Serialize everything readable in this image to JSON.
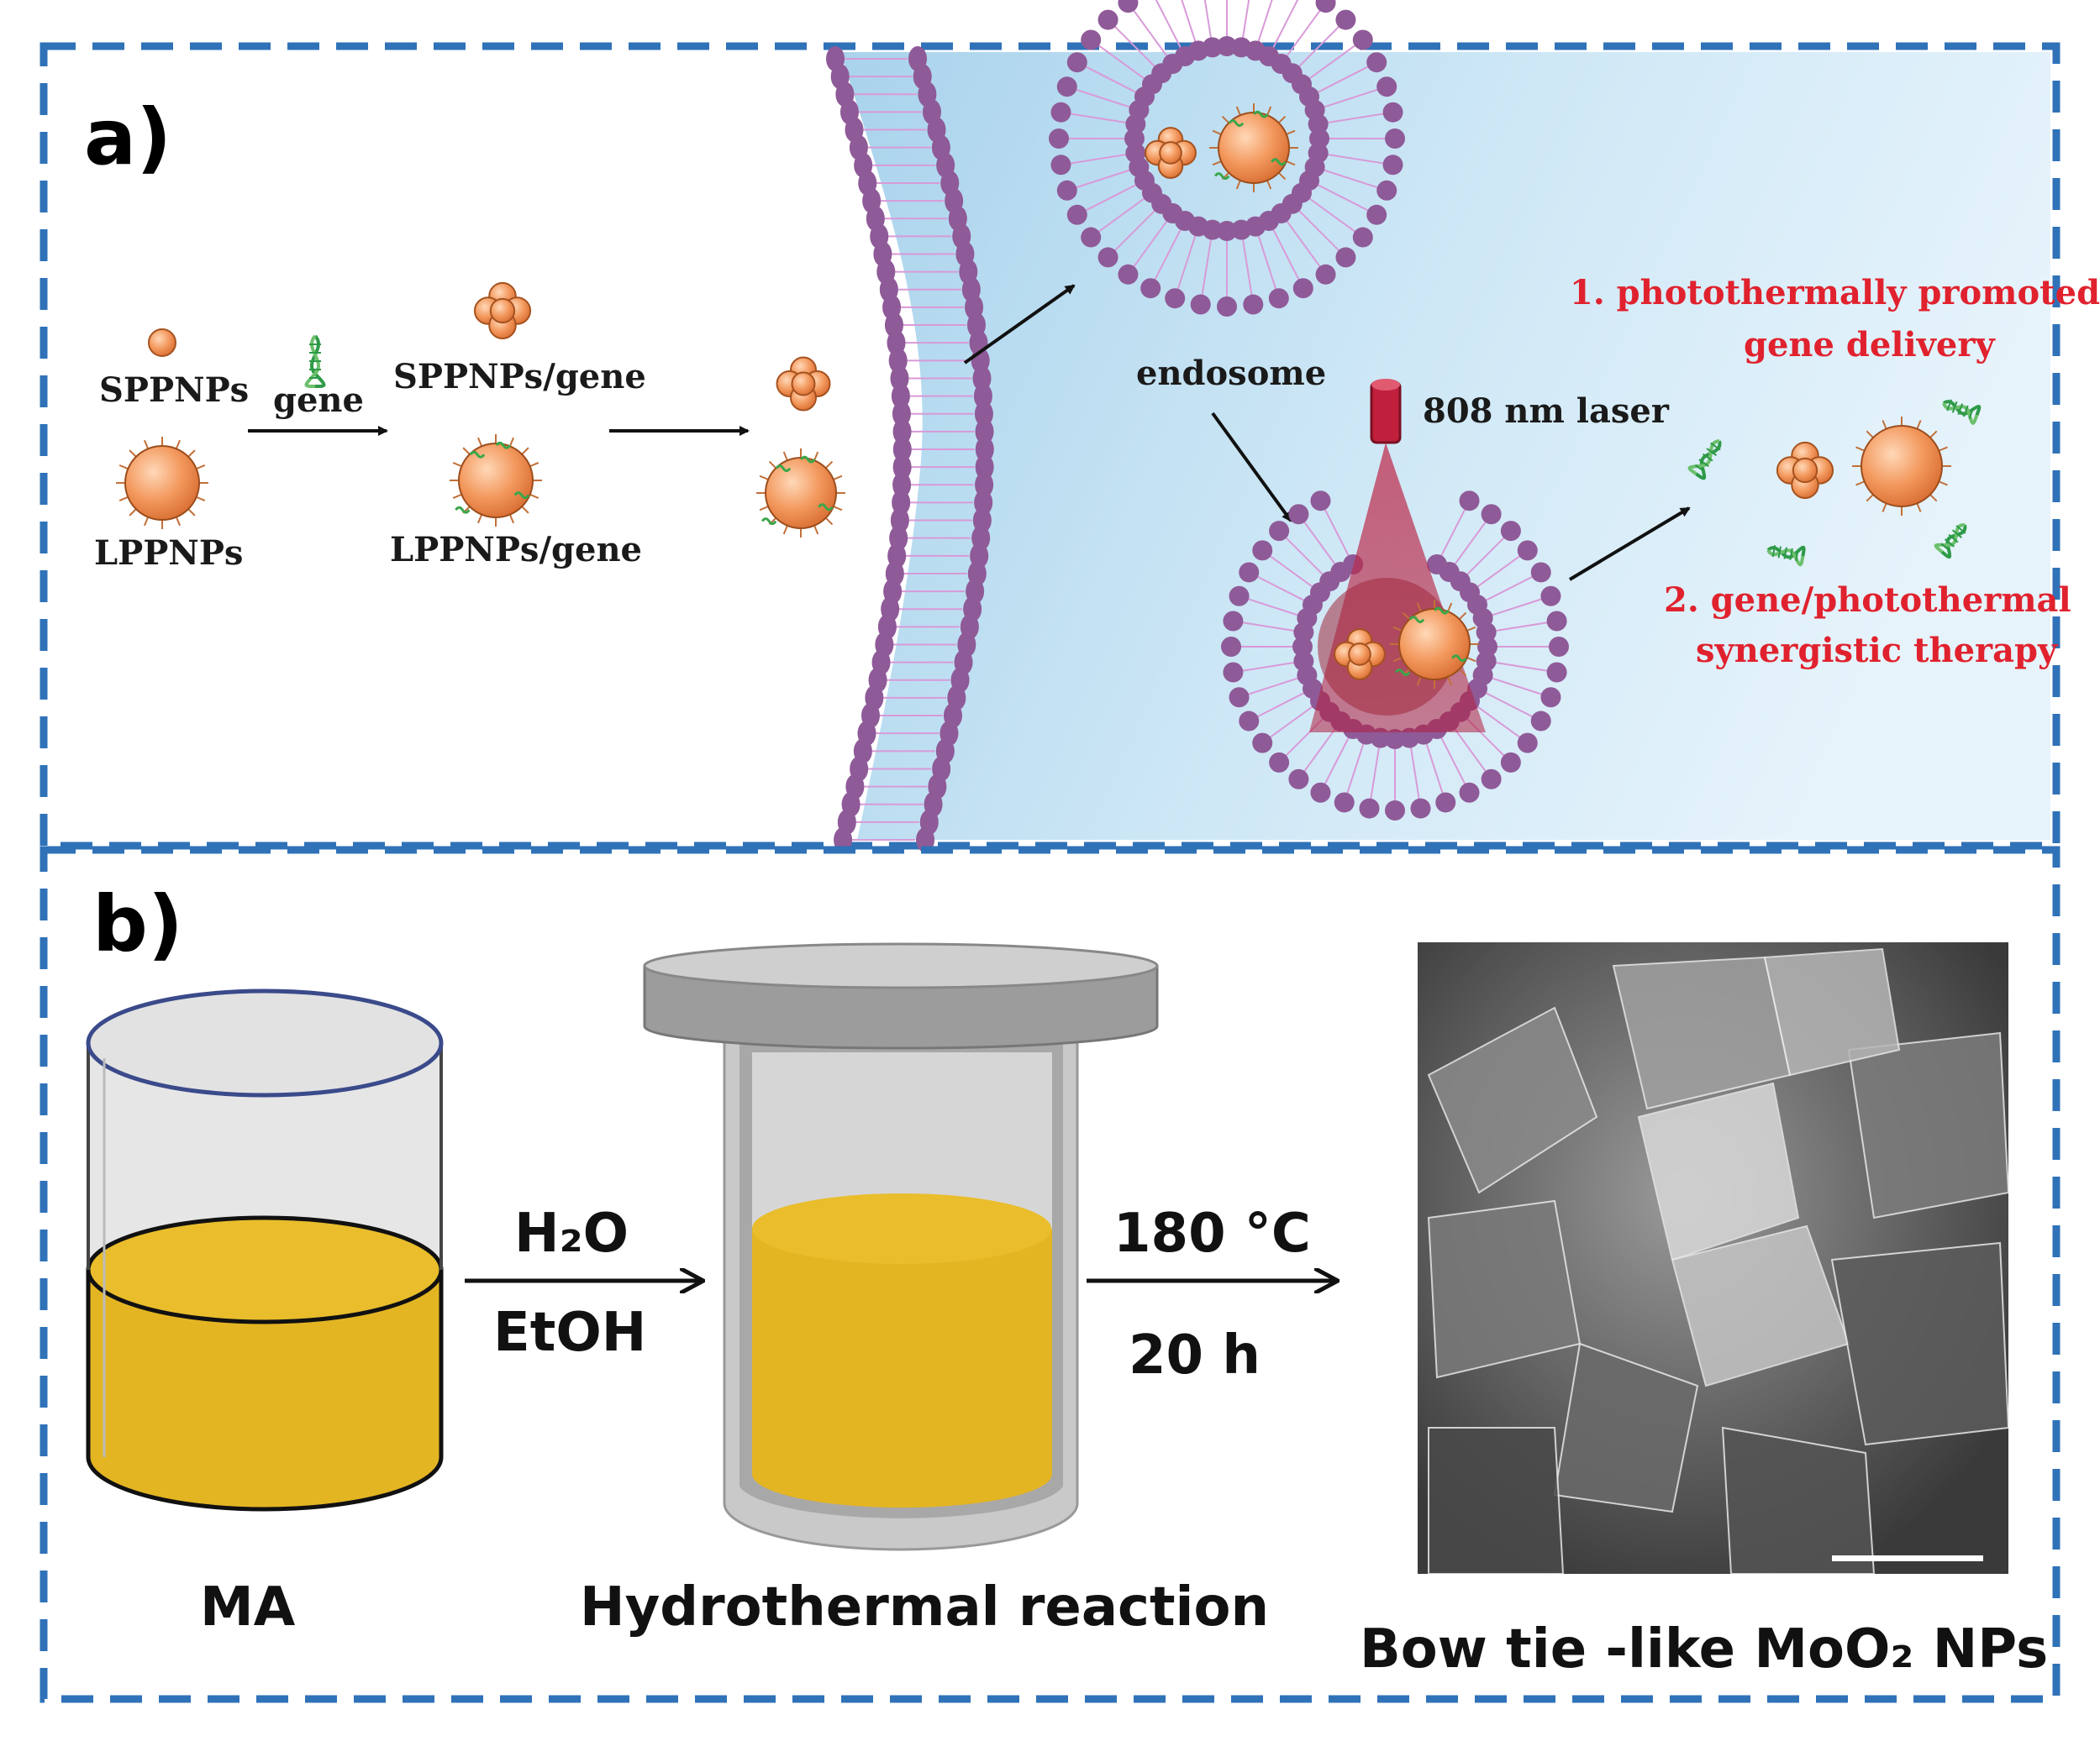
{
  "panel_a": {
    "label": "a)",
    "sppnps": "SPPNPs",
    "lppnps": "LPPNPs",
    "gene": "gene",
    "sppnps_gene": "SPPNPs/gene",
    "lppnps_gene": "LPPNPs/gene",
    "endosome": "endosome",
    "laser": "808 nm laser",
    "outcome_1_line1": "1. photothermally promoted",
    "outcome_1_line2": "gene delivery",
    "outcome_2_line1": "2. gene/photothermal",
    "outcome_2_line2": "synergistic therapy"
  },
  "panel_b": {
    "label": "b)",
    "step1_line1": "H₂O",
    "step1_line2": "EtOH",
    "step2_line1": "180 °C",
    "step2_line2": "20 h",
    "caption_ma": "MA",
    "caption_hydro": "Hydrothermal reaction",
    "caption_product": "Bow tie -like MoO₂ NPs"
  },
  "colors": {
    "border": "#2f72b8",
    "membrane": "#8f5a98",
    "nanoparticle": "#f0965a",
    "solution": "#e4b523",
    "annotation_red": "#e0222e",
    "cell_background": "#bfe0f2"
  },
  "icons": [
    "dna-icon",
    "laser-icon",
    "nanoparticle-icon",
    "beaker-icon",
    "autoclave-icon",
    "sem-image",
    "scale-bar"
  ]
}
